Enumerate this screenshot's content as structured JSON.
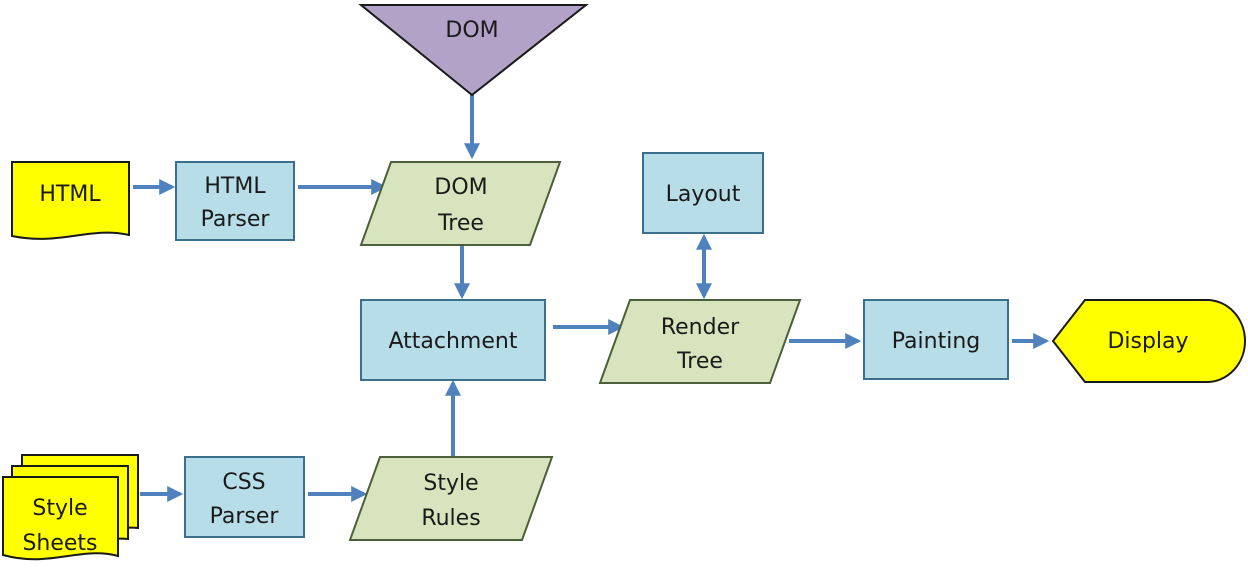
{
  "nodes": {
    "dom_source": {
      "lines": [
        "DOM"
      ]
    },
    "html_input": {
      "lines": [
        "HTML"
      ]
    },
    "html_parser": {
      "lines": [
        "HTML",
        "Parser"
      ]
    },
    "dom_tree": {
      "lines": [
        "DOM",
        "Tree"
      ]
    },
    "layout": {
      "lines": [
        "Layout"
      ]
    },
    "attachment": {
      "lines": [
        "Attachment"
      ]
    },
    "render_tree": {
      "lines": [
        "Render",
        "Tree"
      ]
    },
    "painting": {
      "lines": [
        "Painting"
      ]
    },
    "display": {
      "lines": [
        "Display"
      ]
    },
    "style_sheets": {
      "lines": [
        "Style",
        "Sheets"
      ]
    },
    "css_parser": {
      "lines": [
        "CSS",
        "Parser"
      ]
    },
    "style_rules": {
      "lines": [
        "Style",
        "Rules"
      ]
    }
  },
  "edges": [
    {
      "from": "dom_source",
      "to": "dom_tree"
    },
    {
      "from": "html_input",
      "to": "html_parser"
    },
    {
      "from": "html_parser",
      "to": "dom_tree"
    },
    {
      "from": "dom_tree",
      "to": "attachment"
    },
    {
      "from": "style_sheets",
      "to": "css_parser"
    },
    {
      "from": "css_parser",
      "to": "style_rules"
    },
    {
      "from": "style_rules",
      "to": "attachment"
    },
    {
      "from": "attachment",
      "to": "render_tree"
    },
    {
      "from": "render_tree",
      "to": "layout",
      "bidirectional": true
    },
    {
      "from": "render_tree",
      "to": "painting"
    },
    {
      "from": "painting",
      "to": "display"
    }
  ],
  "colors": {
    "process_fill": "#b7dde8",
    "data_fill": "#d7e4bd",
    "input_fill": "#ffff00",
    "source_fill": "#b3a2c7",
    "edge": "#4f81bd"
  }
}
